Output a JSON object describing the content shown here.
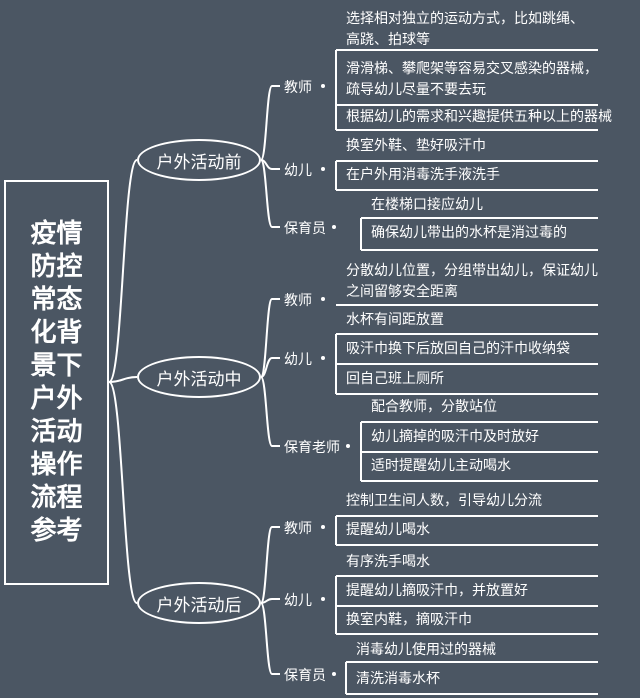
{
  "root": {
    "title": "疫情防控常态化背景下户外活动操作流程参考"
  },
  "phases": [
    {
      "label": "户外活动前",
      "roles": [
        {
          "label": "教师",
          "items": [
            {
              "lines": [
                "选择相对独立的运动方式，比如跳绳、",
                "高跷、拍球等"
              ]
            },
            {
              "lines": [
                "滑滑梯、攀爬架等容易交叉感染的器械，",
                "疏导幼儿尽量不要去玩"
              ]
            },
            {
              "lines": [
                "根据幼儿的需求和兴趣提供五种以上的器械"
              ]
            }
          ]
        },
        {
          "label": "幼儿",
          "items": [
            {
              "lines": [
                "换室外鞋、垫好吸汗巾"
              ]
            },
            {
              "lines": [
                "在户外用消毒洗手液洗手"
              ]
            }
          ]
        },
        {
          "label": "保育员",
          "items": [
            {
              "lines": [
                "在楼梯口接应幼儿"
              ]
            },
            {
              "lines": [
                "确保幼儿带出的水杯是消过毒的"
              ]
            }
          ]
        }
      ]
    },
    {
      "label": "户外活动中",
      "roles": [
        {
          "label": "教师",
          "items": [
            {
              "lines": [
                "分散幼儿位置，分组带出幼儿，保证幼儿",
                "之间留够安全距离"
              ]
            }
          ]
        },
        {
          "label": "幼儿",
          "items": [
            {
              "lines": [
                "水杯有间距放置"
              ]
            },
            {
              "lines": [
                "吸汗巾换下后放回自己的汗巾收纳袋"
              ]
            },
            {
              "lines": [
                "回自己班上厕所"
              ]
            }
          ]
        },
        {
          "label": "保育老师",
          "items": [
            {
              "lines": [
                "配合教师，分散站位"
              ]
            },
            {
              "lines": [
                "幼儿摘掉的吸汗巾及时放好"
              ]
            },
            {
              "lines": [
                "适时提醒幼儿主动喝水"
              ]
            }
          ]
        }
      ]
    },
    {
      "label": "户外活动后",
      "roles": [
        {
          "label": "教师",
          "items": [
            {
              "lines": [
                "控制卫生间人数，引导幼儿分流"
              ]
            },
            {
              "lines": [
                "提醒幼儿喝水"
              ]
            }
          ]
        },
        {
          "label": "幼儿",
          "items": [
            {
              "lines": [
                "有序洗手喝水"
              ]
            },
            {
              "lines": [
                "提醒幼儿摘吸汗巾，并放置好"
              ]
            },
            {
              "lines": [
                "换室内鞋，摘吸汗巾"
              ]
            }
          ]
        },
        {
          "label": "保育员",
          "items": [
            {
              "lines": [
                "消毒幼儿使用过的器械"
              ]
            },
            {
              "lines": [
                "清洗消毒水杯"
              ]
            }
          ]
        }
      ]
    }
  ]
}
